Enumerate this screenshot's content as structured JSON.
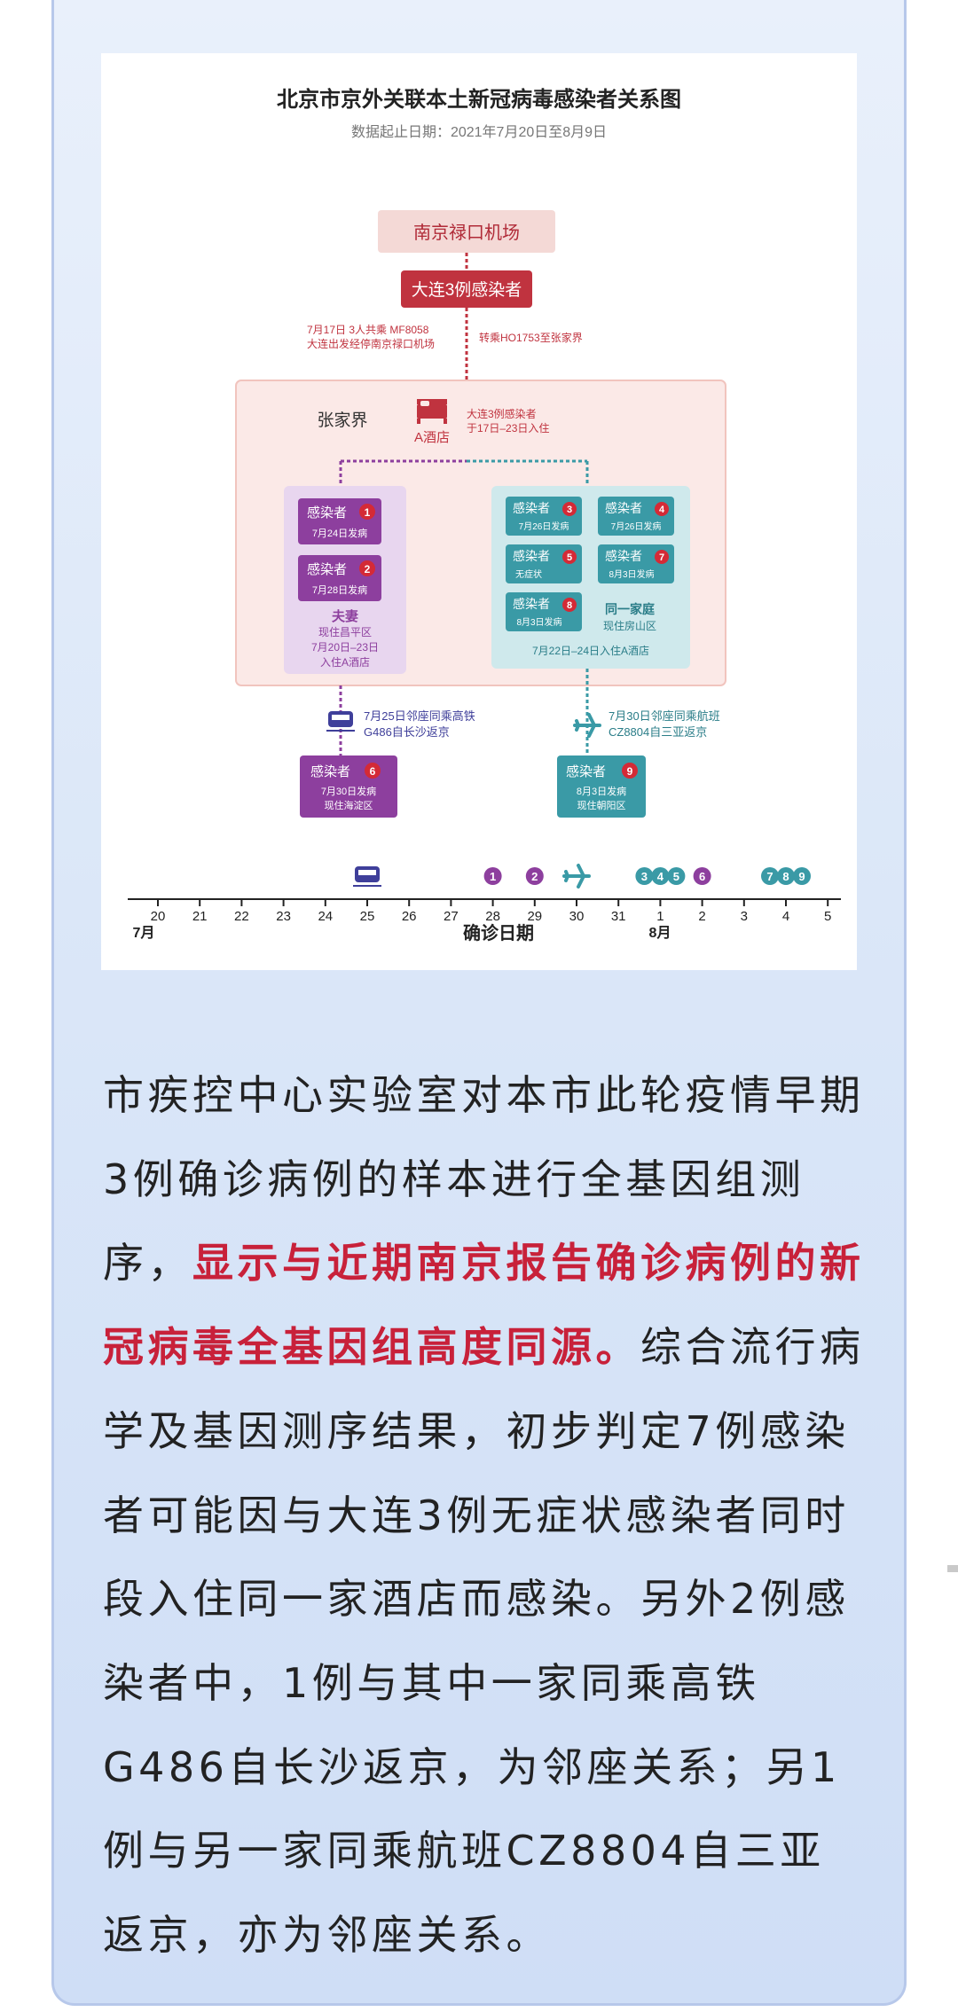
{
  "colors": {
    "red_box": "#c0333f",
    "airport_bg": "#f4d9d6",
    "purple": "#8d3f9e",
    "purple_light": "#e8d6ef",
    "teal": "#3a9aa6",
    "teal_light": "#cfe9ec",
    "badge_red": "#d42a36",
    "zone_bg": "#fbe9e7",
    "highlight": "#c8213a"
  },
  "diagram": {
    "title": "北京市京外关联本土新冠病毒感染者关系图",
    "subtitle": "数据起止日期：2021年7月20日至8月9日",
    "airport": "南京禄口机场",
    "source": "大连3例感染者",
    "note_left_1": "7月17日 3人共乘 MF8058",
    "note_left_2": "大连出发经停南京禄口机场",
    "note_right": "转乘HO1753至张家界",
    "zone_label": "张家界",
    "hotel_label": "A酒店",
    "hotel_note_1": "大连3例感染者",
    "hotel_note_2": "于17日–23日入住",
    "left_group": {
      "cases": [
        {
          "label": "感染者",
          "num": "1",
          "onset": "7月24日发病"
        },
        {
          "label": "感染者",
          "num": "2",
          "onset": "7月28日发病"
        }
      ],
      "caption_1": "夫妻",
      "caption_2": "现住昌平区",
      "caption_3": "7月20日–23日",
      "caption_4": "入住A酒店"
    },
    "right_group": {
      "cases": [
        {
          "label": "感染者",
          "num": "3",
          "onset": "7月26日发病"
        },
        {
          "label": "感染者",
          "num": "4",
          "onset": "7月26日发病"
        },
        {
          "label": "感染者",
          "num": "5",
          "onset": "无症状"
        },
        {
          "label": "感染者",
          "num": "7",
          "onset": "8月3日发病"
        },
        {
          "label": "感染者",
          "num": "8",
          "onset": "8月3日发病"
        }
      ],
      "caption_1": "同一家庭",
      "caption_2": "现住房山区",
      "caption_3": "7月22日–24日入住A酒店"
    },
    "train": {
      "line1": "7月25日邻座同乘高铁",
      "line2": "G486自长沙返京"
    },
    "flight": {
      "line1": "7月30日邻座同乘航班",
      "line2": "CZ8804自三亚返京"
    },
    "case6": {
      "label": "感染者",
      "num": "6",
      "onset": "7月30日发病",
      "home": "现住海淀区"
    },
    "case9": {
      "label": "感染者",
      "num": "9",
      "onset": "8月3日发病",
      "home": "现住朝阳区"
    },
    "timeline": {
      "ticks": [
        "20",
        "21",
        "22",
        "23",
        "24",
        "25",
        "26",
        "27",
        "28",
        "29",
        "30",
        "31",
        "1",
        "2",
        "3",
        "4",
        "5"
      ],
      "month_july": "7月",
      "month_aug": "8月",
      "axis_label": "确诊日期",
      "markers": [
        {
          "tick": "25",
          "kind": "train-icon"
        },
        {
          "tick": "28",
          "kind": "case",
          "nums": "1",
          "color": "purple"
        },
        {
          "tick": "29",
          "kind": "case",
          "nums": "2",
          "color": "purple"
        },
        {
          "tick": "30",
          "kind": "plane-icon"
        },
        {
          "tick": "1",
          "kind": "case",
          "nums": "345",
          "color": "teal"
        },
        {
          "tick": "2",
          "kind": "case",
          "nums": "6",
          "color": "purple"
        },
        {
          "tick": "4",
          "kind": "case",
          "nums": "789",
          "color": "teal"
        }
      ]
    }
  },
  "article": {
    "p1": "市疾控中心实验室对本市此轮疫情早期3例确诊病例的样本进行全基因组测序，",
    "highlight": "显示与近期南京报告确诊病例的新冠病毒全基因组高度同源。",
    "p2": "综合流行病学及基因测序结果，初步判定7例感染者可能因与大连3例无症状感染者同时段入住同一家酒店而感染。另外2例感染者中，1例与其中一家同乘高铁G486自长沙返京，为邻座关系；另1例与另一家同乘航班CZ8804自三亚返京，亦为邻座关系。"
  }
}
